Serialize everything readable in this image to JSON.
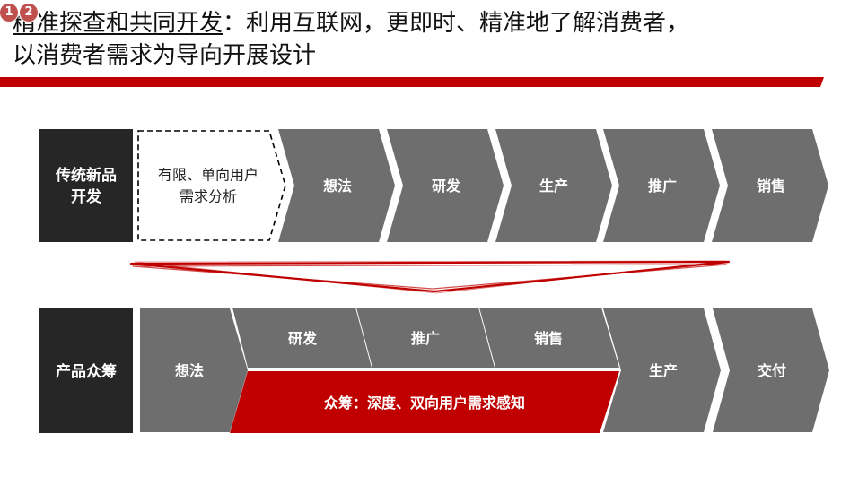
{
  "header": {
    "badge_1": "1",
    "badge_2": "2",
    "title_underlined": "精准探查和共同开发",
    "title_rest_line1": "：利用互联网，更即时、精准地了解消费者，",
    "title_line2": "以消费者需求为导向开展设计"
  },
  "colors": {
    "accent_red": "#c00000",
    "dark_label": "#262626",
    "chevron_gray": "#6e6e6e",
    "chevron_gray_light": "#7b7b7b"
  },
  "traditional_flow": {
    "label": "传统新品\n开发",
    "analysis_box": "有限、单向用户\n需求分析",
    "steps": [
      "想法",
      "研发",
      "生产",
      "推广",
      "销售"
    ]
  },
  "crowdfunding_flow": {
    "label": "产品众筹",
    "first_step": "想法",
    "upper_steps": [
      "研发",
      "推广",
      "销售"
    ],
    "banner": "众筹：深度、双向用户需求感知",
    "final_steps": [
      "生产",
      "交付"
    ]
  }
}
